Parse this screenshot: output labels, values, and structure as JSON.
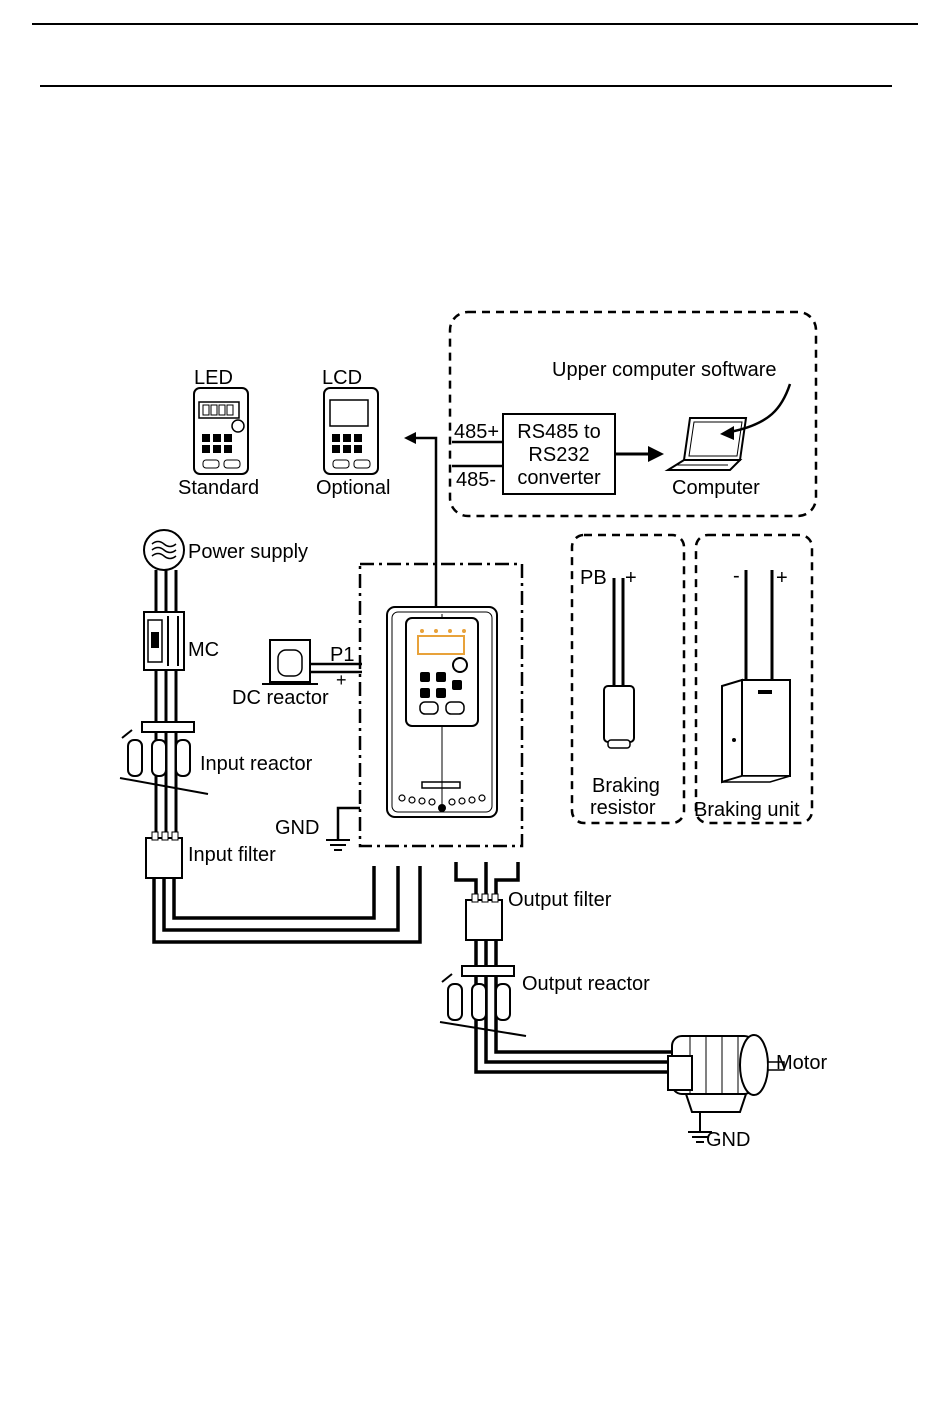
{
  "labels": {
    "led": "LED",
    "standard": "Standard",
    "lcd": "LCD",
    "optional": "Optional",
    "upper_software": "Upper computer software",
    "rs485_plus": "485+",
    "rs485_minus": "485-",
    "converter_line1": "RS485 to",
    "converter_line2": "RS232",
    "converter_line3": "converter",
    "computer": "Computer",
    "power_supply": "Power supply",
    "mc": "MC",
    "p1": "P1",
    "plus_dc": "+",
    "dc_reactor": "DC reactor",
    "input_reactor": "Input reactor",
    "gnd_input": "GND",
    "input_filter": "Input filter",
    "pb": "PB",
    "plus_pb": "+",
    "braking_resistor_line1": "Braking",
    "braking_resistor_line2": "resistor",
    "minus_bu": "-",
    "plus_bu": "+",
    "braking_unit": "Braking unit",
    "output_filter": "Output filter",
    "output_reactor": "Output reactor",
    "motor": "Motor",
    "gnd_motor": "GND"
  },
  "colors": {
    "line": "#000000",
    "display_accent": "#e8a23a"
  }
}
